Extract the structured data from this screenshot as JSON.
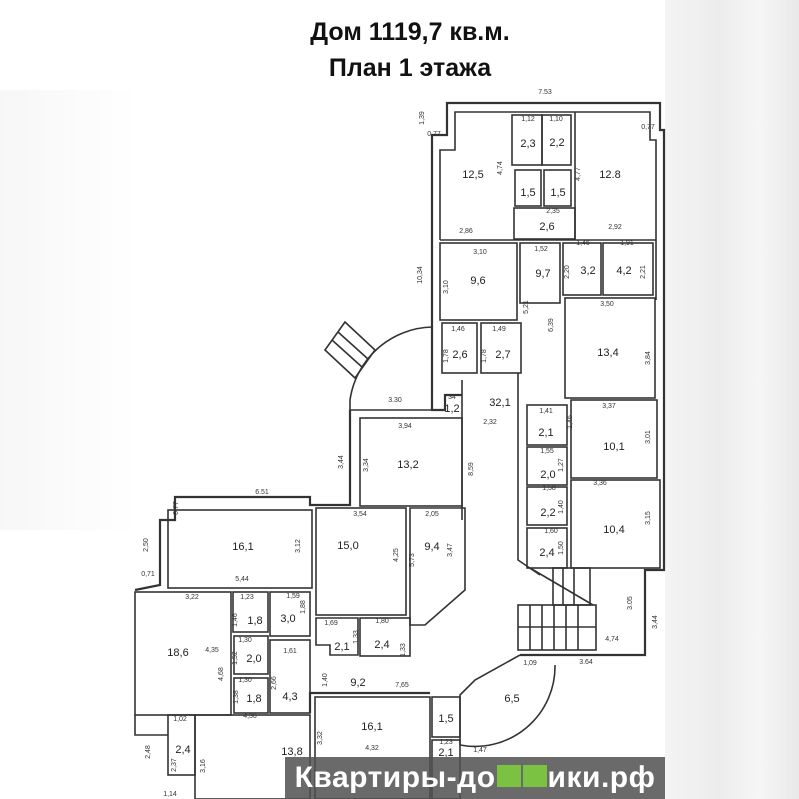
{
  "title": {
    "line1": "Дом 1119,7 кв.м.",
    "line2": "План 1 этажа"
  },
  "watermark": {
    "before": "Квартиры-до",
    "after": "ики.рф",
    "icon": "house-icon",
    "icon_color": "#7cc242"
  },
  "room_areas": [
    "12,5",
    "2,3",
    "2,2",
    "1,5",
    "1,5",
    "2,6",
    "12.8",
    "9,6",
    "9,7",
    "3,2",
    "4,2",
    "2,6",
    "2,7",
    "13,4",
    "32,1",
    "1,2",
    "13,2",
    "2,1",
    "10,1",
    "2,0",
    "2,2",
    "10,4",
    "2,4",
    "16,1",
    "15,0",
    "9,4",
    "18,6",
    "1,8",
    "3,0",
    "2,0",
    "1,8",
    "4,3",
    "2,1",
    "2,4",
    "9,2",
    "6,5",
    "1,5",
    "2,1",
    "13,8",
    "16,1",
    "2,4"
  ],
  "dimensions": [
    "7.53",
    "1,39",
    "0,77",
    "0,77",
    "1,12",
    "1,10",
    "4,74",
    "4,77",
    "2,35",
    "2,86",
    "2,92",
    "3,10",
    "1,52",
    "1,46",
    "1,91",
    "10,34",
    "3,10",
    "2,20",
    "2,21",
    "3,50",
    "5,21",
    "6,39",
    "1,46",
    "1,49",
    "1,78",
    "1,78",
    "3,84",
    "3.30",
    "34",
    "2,32",
    "1,41",
    "1,46",
    "3,37",
    "3,01",
    "3,94",
    "3,44",
    "3,34",
    "8,59",
    "1,55",
    "1,27",
    "3,36",
    "3,15",
    "1,58",
    "1,40",
    "1,60",
    "1,50",
    "6.51",
    "0,77",
    "3,54",
    "2,05",
    "2,50",
    "3,12",
    "4,25",
    "5,73",
    "3,47",
    "0,71",
    "5,44",
    "3,22",
    "1,23",
    "1,59",
    "1,46",
    "1,88",
    "1,69",
    "1,80",
    "1,33",
    "1,33",
    "1,30",
    "1,52",
    "4,35",
    "1,61",
    "4,68",
    "1,30",
    "2,66",
    "1,40",
    "7,65",
    "1,38",
    "3.05",
    "3,44",
    "4,74",
    "1,09",
    "3.64",
    "4,36",
    "1,02",
    "2,48",
    "2,37",
    "3,16",
    "1,14",
    "3,32",
    "1,23",
    "4,32",
    "1,47"
  ]
}
